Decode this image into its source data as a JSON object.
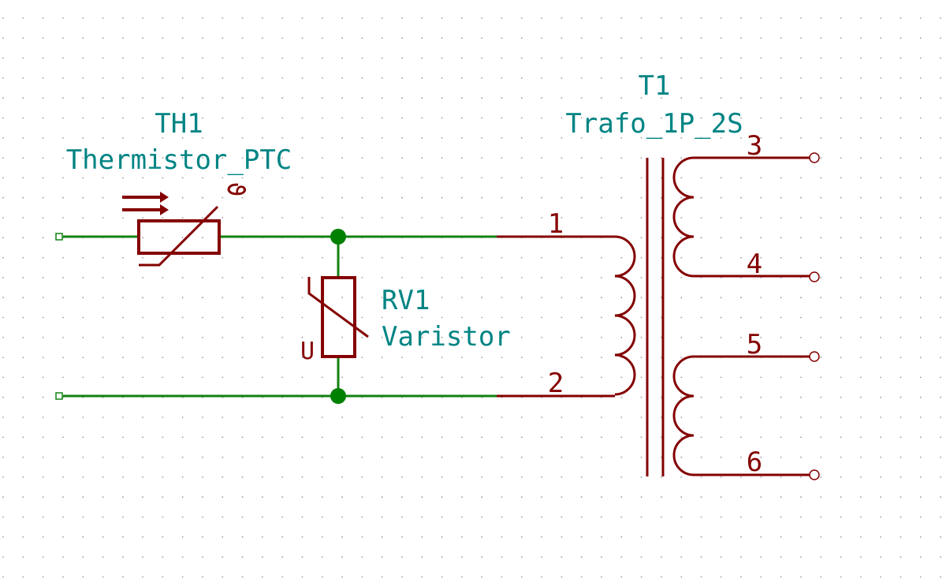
{
  "components": {
    "thermistor": {
      "ref": "TH1",
      "value": "Thermistor_PTC",
      "symbol_text": "ϑ"
    },
    "varistor": {
      "ref": "RV1",
      "value": "Varistor",
      "symbol_text": "U"
    },
    "transformer": {
      "ref": "T1",
      "value": "Trafo_1P_2S",
      "pins": [
        "1",
        "2",
        "3",
        "4",
        "5",
        "6"
      ]
    }
  },
  "colors": {
    "wire": "#128212",
    "component": "#840000",
    "label": "#008484",
    "junction": "#008000",
    "grid": "#9a9a9a"
  }
}
